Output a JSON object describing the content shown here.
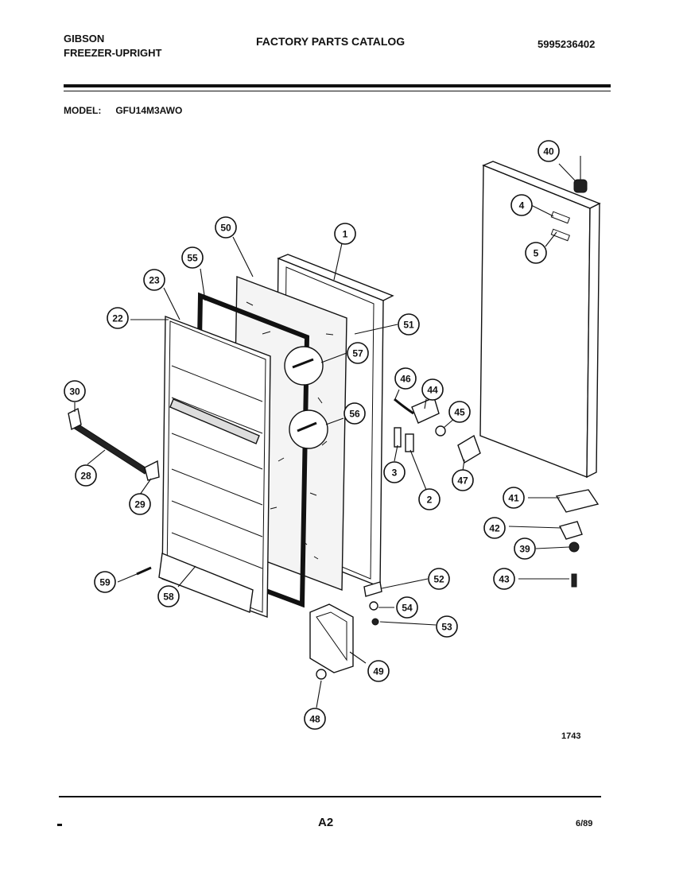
{
  "header": {
    "brand": "GIBSON",
    "product": "FREEZER-UPRIGHT",
    "catalog_title": "FACTORY PARTS CATALOG",
    "catalog_number": "5995236402"
  },
  "model": {
    "label": "MODEL:",
    "value": "GFU14M3AWO"
  },
  "diagram": {
    "drawing_number": "1743",
    "callouts": [
      "40",
      "4",
      "5",
      "50",
      "1",
      "55",
      "23",
      "51",
      "22",
      "57",
      "46",
      "44",
      "30",
      "56",
      "45",
      "3",
      "2",
      "47",
      "28",
      "29",
      "41",
      "42",
      "39",
      "59",
      "58",
      "52",
      "43",
      "54",
      "53",
      "49",
      "48"
    ]
  },
  "footer": {
    "page": "A2",
    "date": "6/89"
  }
}
